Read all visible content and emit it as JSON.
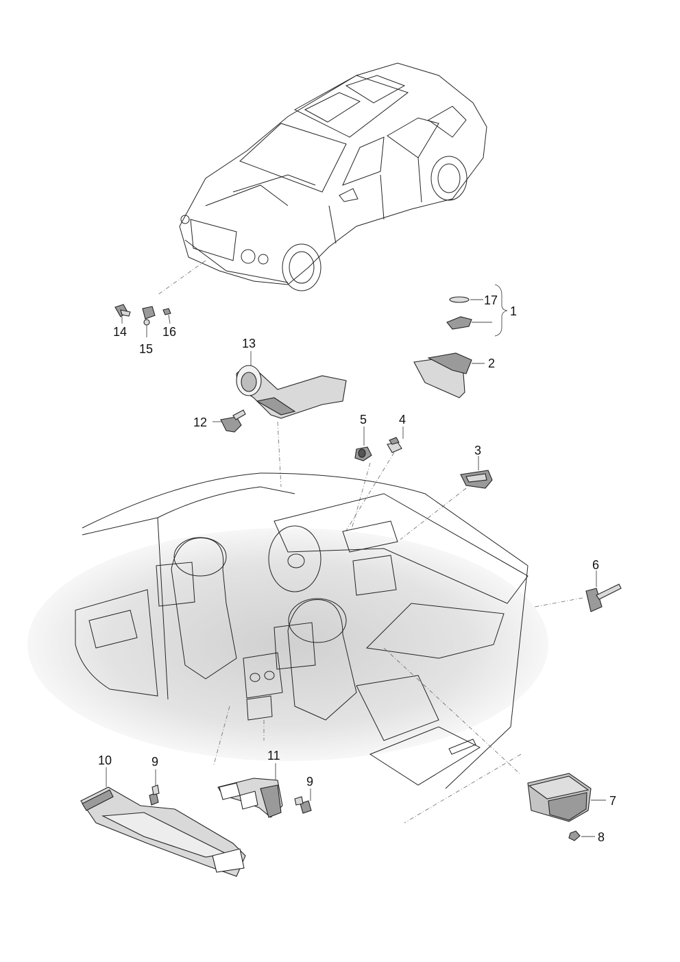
{
  "diagram": {
    "callouts": {
      "p1": "1",
      "p2": "2",
      "p3": "3",
      "p4": "4",
      "p5": "5",
      "p6": "6",
      "p7": "7",
      "p8": "8",
      "p9a": "9",
      "p9b": "9",
      "p10": "10",
      "p11": "11",
      "p12": "12",
      "p13": "13",
      "p14": "14",
      "p15": "15",
      "p16": "16",
      "p17": "17"
    },
    "colors": {
      "ink": "#222222",
      "interior_shadow": "#e2e2e2",
      "part_fill": "#9a9a9a",
      "background": "#ffffff"
    }
  }
}
